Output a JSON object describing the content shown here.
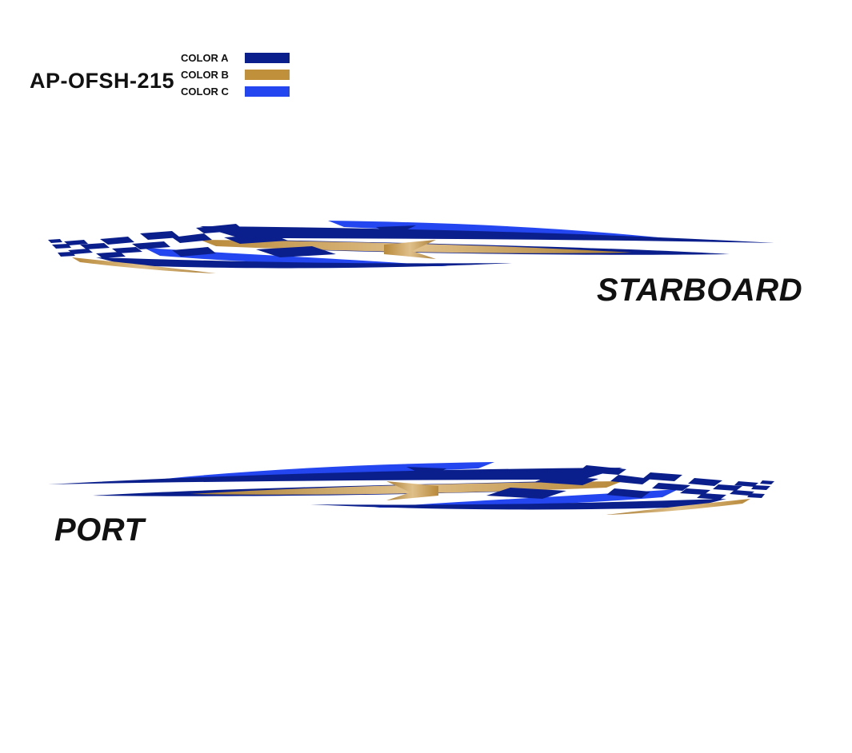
{
  "product_code": "AP-OFSH-215",
  "legend": [
    {
      "label": "COLOR A",
      "color": "#0a1f8c"
    },
    {
      "label": "COLOR B",
      "color": "#c0913a"
    },
    {
      "label": "COLOR C",
      "color": "#2346f0"
    }
  ],
  "views": {
    "starboard": {
      "label": "STARBOARD"
    },
    "port": {
      "label": "PORT"
    }
  }
}
